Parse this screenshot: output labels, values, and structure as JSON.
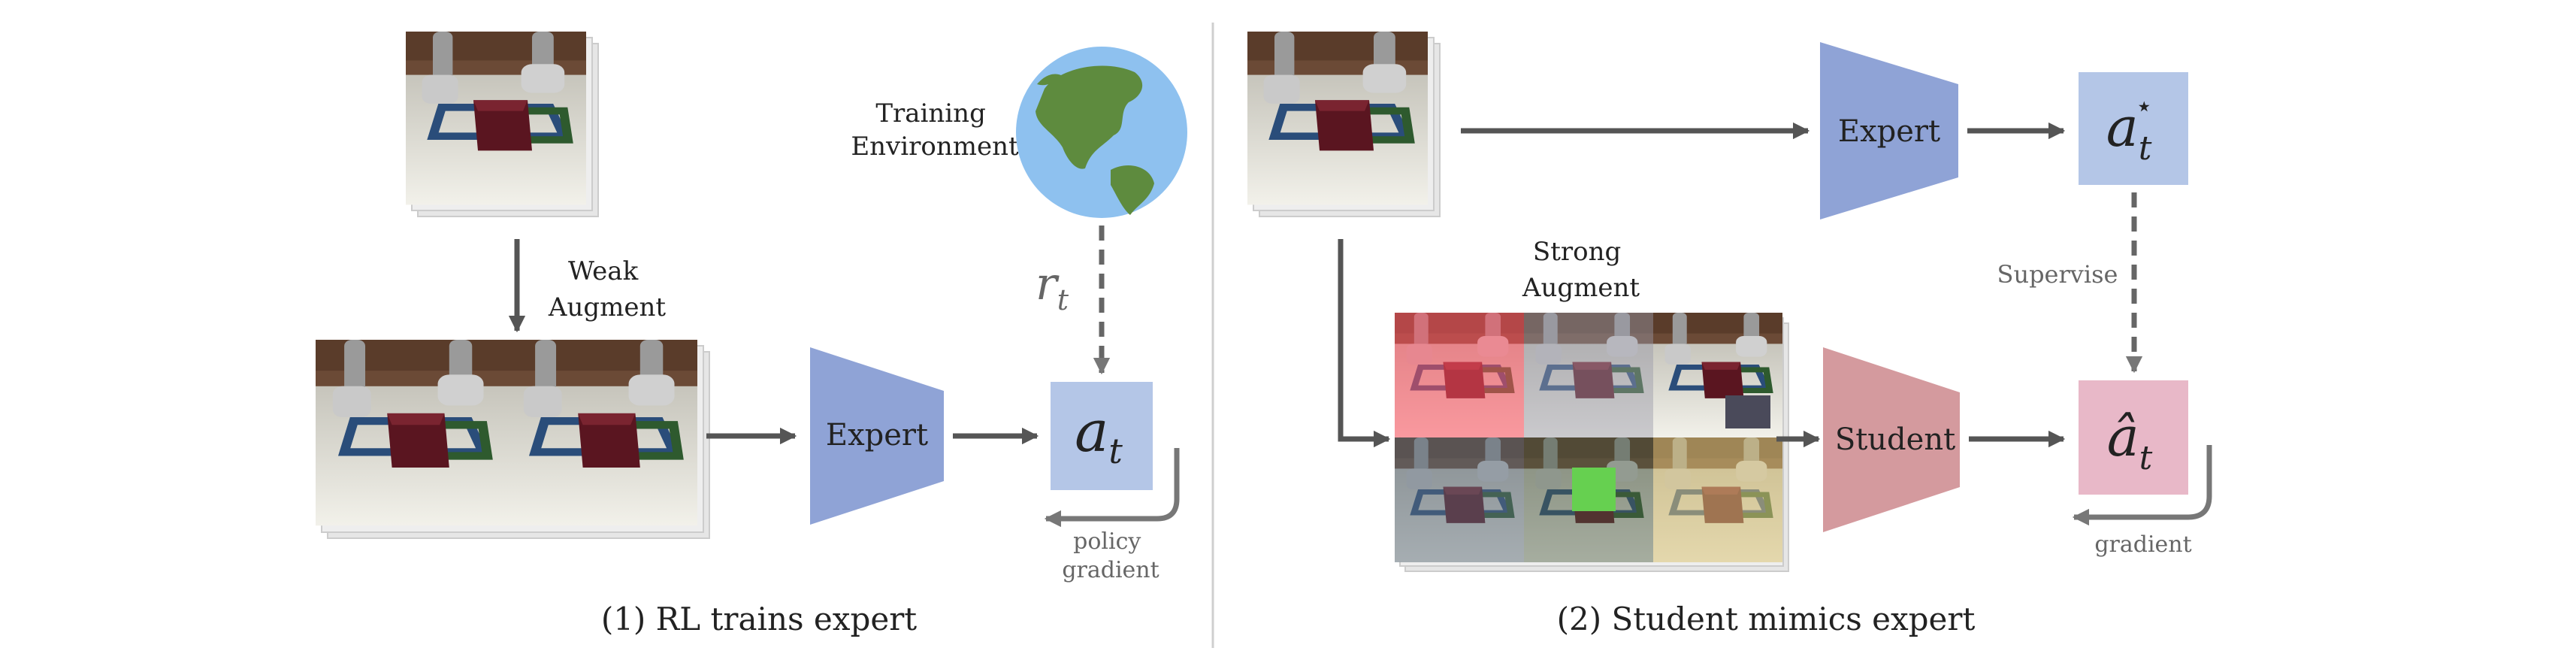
{
  "panel1": {
    "weak_augment": [
      "Weak",
      "Augment"
    ],
    "training_environment": [
      "Training",
      "Environment"
    ],
    "reward": "r",
    "reward_sub": "t",
    "expert": "Expert",
    "action": "a",
    "action_sub": "t",
    "policy_gradient": [
      "policy",
      "gradient"
    ],
    "caption": "(1) RL trains expert"
  },
  "panel2": {
    "expert": "Expert",
    "expert_action": "a",
    "expert_action_sub": "t",
    "expert_action_sup": "⋆",
    "supervise": "Supervise",
    "strong_augment": [
      "Strong",
      "Augment"
    ],
    "student": "Student",
    "student_action": "â",
    "student_action_sub": "t",
    "gradient": "gradient",
    "caption": "(2) Student mimics expert"
  },
  "colors": {
    "expert": "#8FA3D6",
    "student": "#D49A9E",
    "action_box": "#B4C6E7",
    "student_action_box": "#E8B8C8",
    "arrow": "#555555",
    "globe_ocean": "#8EC1EF",
    "globe_land": "#5E8B3E"
  }
}
